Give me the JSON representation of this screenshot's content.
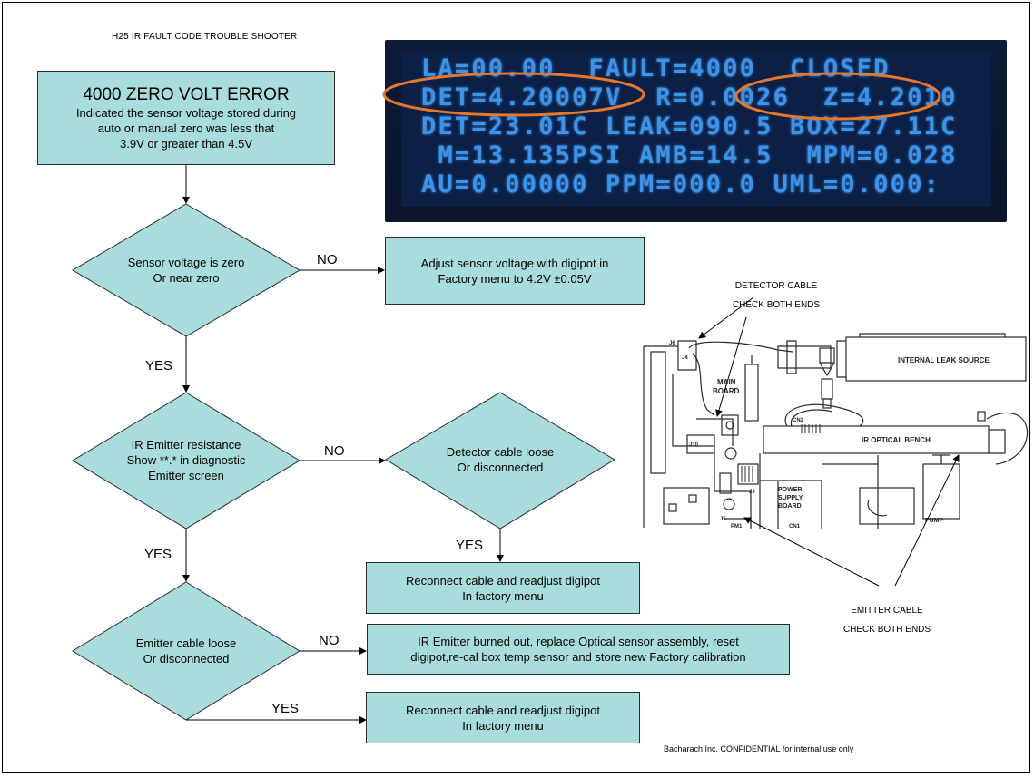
{
  "document_title": "H25 IR FAULT CODE TROUBLE SHOOTER",
  "start_box": {
    "heading": "4000 ZERO VOLT ERROR",
    "text": "Indicated the sensor voltage stored during\nauto or manual zero was less that\n3.9V or greater than 4.5V"
  },
  "display": {
    "lines": [
      "LA=00.00  FAULT=4000  CLOSED",
      "DET=4.20007V  R=0.0026  Z=4.2010",
      "DET=23.01C LEAK=090.5 BOX=27.11C",
      " M=13.135PSI AMB=14.5  MPM=0.028",
      "AU=0.00000 PPM=000.0 UML=0.000:"
    ]
  },
  "decisions": {
    "sensor_zero": "Sensor voltage is zero\nOr near zero",
    "emitter_resistance": "IR Emitter resistance\nShow  **.* in diagnostic\nEmitter screen",
    "detector_cable": "Detector cable loose\nOr disconnected",
    "emitter_cable": "Emitter cable loose\nOr disconnected"
  },
  "actions": {
    "adjust_voltage": "Adjust sensor voltage with digipot in\nFactory menu to 4.2V ±0.05V",
    "reconnect_detector": "Reconnect cable and readjust digipot\nIn factory menu",
    "replace_emitter": "IR Emitter burned out, replace Optical sensor assembly, reset\ndigipot,re-cal box temp sensor and store new Factory calibration",
    "reconnect_emitter": "Reconnect cable and readjust digipot\nIn factory menu"
  },
  "edge_labels": {
    "no_1": "NO",
    "yes_1": "YES",
    "no_2": "NO",
    "yes_2": "YES",
    "yes_3": "YES",
    "no_3": "NO",
    "yes_4": "YES"
  },
  "board_diagram": {
    "detector_note_line1": "DETECTOR CABLE",
    "detector_note_line2": "CHECK BOTH ENDS",
    "emitter_note_line1": "EMITTER CABLE",
    "emitter_note_line2": "CHECK BOTH ENDS",
    "labels": {
      "internal_leak_source": "INTERNAL LEAK SOURCE",
      "main_board_1": "MAIN",
      "main_board_2": "BOARD",
      "ir_optical_bench": "IR OPTICAL BENCH",
      "power_1": "POWER",
      "power_2": "SUPPLY",
      "power_3": "BOARD",
      "pump": "PUMP",
      "j4": "J4",
      "j10": "J10",
      "j3": "J3",
      "cn1": "CN1",
      "cn2": "CN2",
      "j6": "J6",
      "j5": "J5",
      "pm1": "PM1"
    }
  },
  "footer": "Bacharach Inc. CONFIDENTIAL for internal use only",
  "colors": {
    "box_fill": "#a9dcdc",
    "display_text": "#3f93e6",
    "highlight_ring": "#e8772e"
  }
}
